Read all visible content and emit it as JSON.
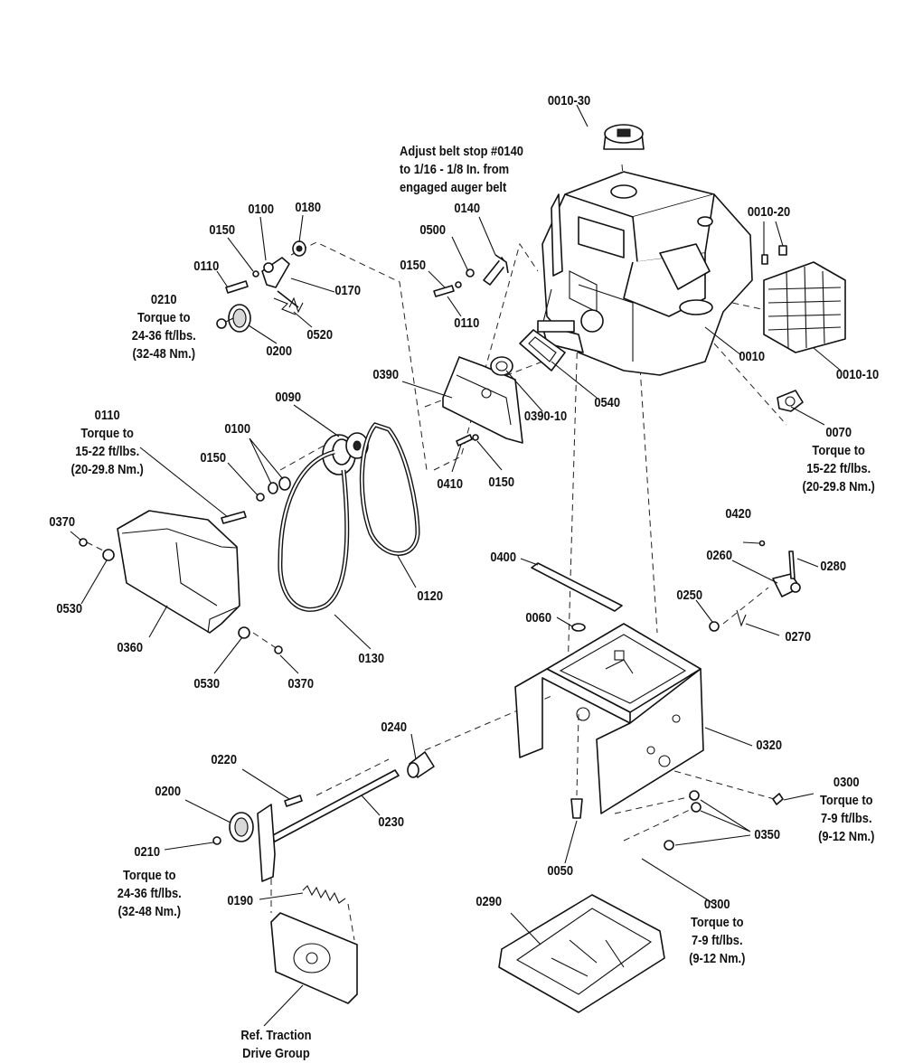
{
  "callouts": [
    {
      "id": "0010-30",
      "text": "0010-30"
    },
    {
      "id": "note-belt-stop",
      "text": "Adjust belt stop #0140\nto 1/16 - 1/8 In. from\nengaged auger belt"
    },
    {
      "id": "0140",
      "text": "0140"
    },
    {
      "id": "0500",
      "text": "0500"
    },
    {
      "id": "0150-a",
      "text": "0150"
    },
    {
      "id": "0110-a",
      "text": "0110"
    },
    {
      "id": "0010-20",
      "text": "0010-20"
    },
    {
      "id": "0010",
      "text": "0010"
    },
    {
      "id": "0010-10",
      "text": "0010-10"
    },
    {
      "id": "0100-a",
      "text": "0100"
    },
    {
      "id": "0180",
      "text": "0180"
    },
    {
      "id": "0150-b",
      "text": "0150"
    },
    {
      "id": "0110-b",
      "text": "0110"
    },
    {
      "id": "0170",
      "text": "0170"
    },
    {
      "id": "0210-a",
      "text": "0210\nTorque to\n24-36 ft/lbs.\n(32-48 Nm.)"
    },
    {
      "id": "0200-a",
      "text": "0200"
    },
    {
      "id": "0520",
      "text": "0520"
    },
    {
      "id": "0390",
      "text": "0390"
    },
    {
      "id": "0390-10",
      "text": "0390-10"
    },
    {
      "id": "0540",
      "text": "0540"
    },
    {
      "id": "0110-c",
      "text": "0110\nTorque to\n15-22 ft/lbs.\n(20-29.8 Nm.)"
    },
    {
      "id": "0090",
      "text": "0090"
    },
    {
      "id": "0100-b",
      "text": "0100"
    },
    {
      "id": "0150-c",
      "text": "0150"
    },
    {
      "id": "0410",
      "text": "0410"
    },
    {
      "id": "0150-d",
      "text": "0150"
    },
    {
      "id": "0070",
      "text": "0070\nTorque to\n15-22 ft/lbs.\n(20-29.8 Nm.)"
    },
    {
      "id": "0370-a",
      "text": "0370"
    },
    {
      "id": "0530-a",
      "text": "0530"
    },
    {
      "id": "0360",
      "text": "0360"
    },
    {
      "id": "0530-b",
      "text": "0530"
    },
    {
      "id": "0370-b",
      "text": "0370"
    },
    {
      "id": "0130",
      "text": "0130"
    },
    {
      "id": "0120",
      "text": "0120"
    },
    {
      "id": "0400",
      "text": "0400"
    },
    {
      "id": "0420",
      "text": "0420"
    },
    {
      "id": "0260",
      "text": "0260"
    },
    {
      "id": "0280",
      "text": "0280"
    },
    {
      "id": "0250",
      "text": "0250"
    },
    {
      "id": "0270",
      "text": "0270"
    },
    {
      "id": "0060",
      "text": "0060"
    },
    {
      "id": "0320",
      "text": "0320"
    },
    {
      "id": "0240",
      "text": "0240"
    },
    {
      "id": "0220",
      "text": "0220"
    },
    {
      "id": "0200-b",
      "text": "0200"
    },
    {
      "id": "0230",
      "text": "0230"
    },
    {
      "id": "0210-b",
      "text": "0210"
    },
    {
      "id": "torque-0210-b",
      "text": "Torque to\n24-36 ft/lbs.\n(32-48 Nm.)"
    },
    {
      "id": "0190",
      "text": "0190"
    },
    {
      "id": "0300-a",
      "text": "0300\nTorque to\n7-9 ft/lbs.\n(9-12 Nm.)"
    },
    {
      "id": "0350",
      "text": "0350"
    },
    {
      "id": "0050",
      "text": "0050"
    },
    {
      "id": "0290",
      "text": "0290"
    },
    {
      "id": "0300-b",
      "text": "0300\nTorque to\n7-9 ft/lbs.\n(9-12 Nm.)"
    },
    {
      "id": "ref-traction",
      "text": "Ref. Traction\nDrive Group"
    }
  ]
}
